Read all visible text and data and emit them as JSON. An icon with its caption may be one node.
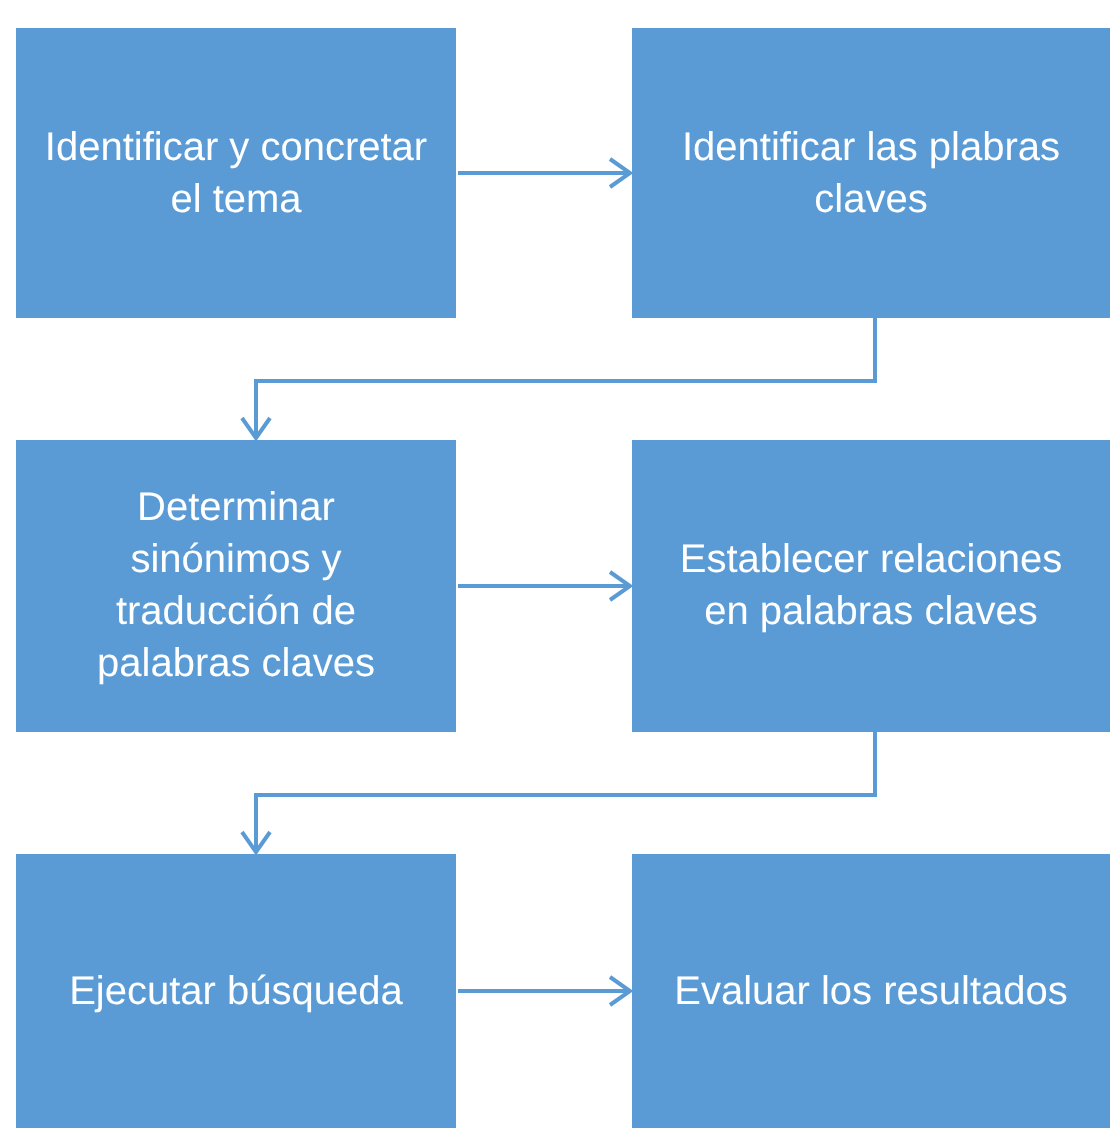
{
  "diagram": {
    "nodes": [
      {
        "text": [
          "Identificar y concretar el tema"
        ]
      },
      {
        "text": [
          "Identificar las plabras claves"
        ]
      },
      {
        "text": [
          "Determinar sinónimos y traducción de palabras claves"
        ]
      },
      {
        "text": [
          "Establecer relaciones en palabras claves"
        ]
      },
      {
        "text": [
          "Ejecutar búsqueda"
        ]
      },
      {
        "text": [
          "Evaluar los resultados"
        ]
      }
    ],
    "edges": [
      {
        "from": 0,
        "to": 1,
        "arrow": "to"
      },
      {
        "from": 1,
        "to": 2,
        "arrow": "to"
      },
      {
        "from": 2,
        "to": 3,
        "arrow": "to"
      },
      {
        "from": 3,
        "to": 4,
        "arrow": "to"
      },
      {
        "from": 4,
        "to": 5,
        "arrow": "to"
      }
    ]
  }
}
